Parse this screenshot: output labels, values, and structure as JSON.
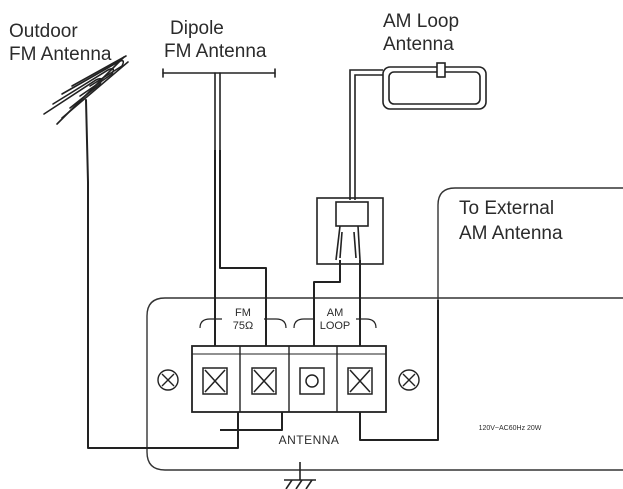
{
  "labels": {
    "outdoor_fm_line1": "Outdoor",
    "outdoor_fm_line2": "FM Antenna",
    "dipole_fm_line1": "Dipole",
    "dipole_fm_line2": "FM Antenna",
    "am_loop_line1": "AM Loop",
    "am_loop_line2": "Antenna",
    "external_am_line1": "To External",
    "external_am_line2": "AM Antenna",
    "fm_group_line1": "FM",
    "fm_group_line2": "75Ω",
    "am_group_line1": "AM",
    "am_group_line2": "LOOP",
    "antenna_label": "ANTENNA",
    "power_rating": "120V~AC60Hz 20W"
  },
  "colors": {
    "line": "#222222",
    "text": "#2b2b2b",
    "panel": "#ffffff"
  }
}
